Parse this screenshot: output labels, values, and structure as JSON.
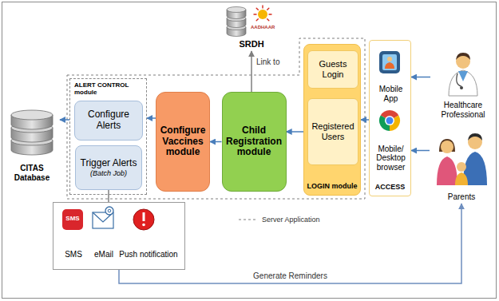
{
  "diagram": {
    "nodes": [
      {
        "text": [
          "ALERT CONTROL module"
        ]
      },
      {
        "text": [
          "Configure Alerts"
        ],
        "in": 0
      },
      {
        "text": [
          "Trigger Alerts",
          "(Batch Job)"
        ],
        "in": 0
      },
      {
        "text": [
          "Configure Vaccines module"
        ]
      },
      {
        "text": [
          "Child Registration module"
        ]
      },
      {
        "text": [
          "LOGIN module"
        ]
      },
      {
        "text": [
          "Guests Login"
        ],
        "in": 5
      },
      {
        "text": [
          "Registered Users"
        ],
        "in": 5
      },
      {
        "text": [
          "ACCESS"
        ]
      },
      {
        "text": [
          "Mobile App"
        ],
        "in": 8
      },
      {
        "text": [
          "Mobile/ Desktop browser"
        ],
        "in": 8
      },
      {
        "text": [
          "SRDH"
        ]
      },
      {
        "text": [
          "CITAS Database"
        ]
      },
      {
        "text": [
          "Healthcare Professional"
        ]
      },
      {
        "text": [
          "Parents"
        ]
      },
      {
        "text": [
          "SMS",
          "eMail",
          "Push notification"
        ]
      }
    ],
    "edges": [
      {
        "from": 13,
        "to": 9,
        "arrow": "to"
      },
      {
        "from": 14,
        "to": 10,
        "arrow": "to"
      },
      {
        "from": 8,
        "to": 5,
        "arrow": "to"
      },
      {
        "from": 7,
        "to": 4,
        "arrow": "to"
      },
      {
        "from": 4,
        "to": 11,
        "label": "Link to",
        "arrow": "to"
      },
      {
        "from": 4,
        "to": 3,
        "arrow": "to"
      },
      {
        "from": 3,
        "to": 0,
        "arrow": "to"
      },
      {
        "from": 0,
        "to": 12,
        "arrow": "to"
      },
      {
        "from": 2,
        "to": 15,
        "arrow": "none"
      },
      {
        "from": 15,
        "to": 14,
        "label": "Generate Reminders",
        "arrow": "to"
      }
    ],
    "labels": [
      "AADHAAR",
      "SMS"
    ],
    "legend": [
      {
        "text": "Server Application"
      }
    ]
  }
}
